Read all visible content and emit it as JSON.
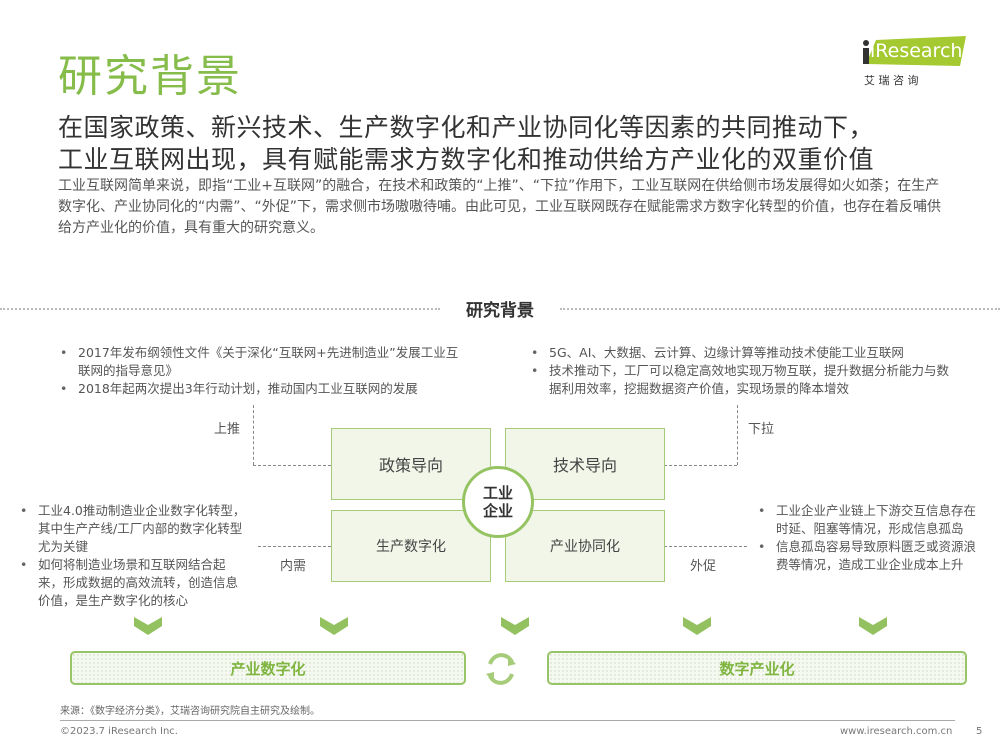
{
  "title": "研究背景",
  "logo": {
    "brand": "iResearch",
    "cn": "艾 瑞 咨 询"
  },
  "headline": [
    "在国家政策、新兴技术、生产数字化和产业协同化等因素的共同推动下，",
    "工业互联网出现，具有赋能需求方数字化和推动供给方产业化的双重价值"
  ],
  "paragraph": "工业互联网简单来说，即指“工业+互联网”的融合，在技术和政策的“上推”、“下拉”作用下，工业互联网在供给侧市场发展得如火如荼；在生产数字化、产业协同化的“内需”、“外促”下，需求侧市场嗷嗷待哺。由此可见，工业互联网既存在赋能需求方数字化转型的价值，也存在着反哺供给方产业化的价值，具有重大的研究意义。",
  "section_title": "研究背景",
  "policy_bullets": [
    "2017年发布纲领性文件《关于深化“互联网+先进制造业”发展工业互联网的指导意见》",
    "2018年起两次提出3年行动计划，推动国内工业互联网的发展"
  ],
  "tech_bullets": [
    "5G、AI、大数据、云计算、边缘计算等推动技术使能工业互联网",
    "技术推动下，工厂可以稳定高效地实现万物互联，提升数据分析能力与数据利用效率，挖掘数据资产价值，实现场景的降本增效"
  ],
  "production_bullets": [
    "工业4.0推动制造业企业数字化转型，其中生产产线/工厂内部的数字化转型尤为关键",
    "如何将制造业场景和互联网结合起来，形成数据的高效流转，创造信息价值，是生产数字化的核心"
  ],
  "industry_bullets": [
    "工业企业产业链上下游交互信息存在时延、阻塞等情况，形成信息孤岛",
    "信息孤岛容易导致原料匮乏或资源浪费等情况，造成工业企业成本上升"
  ],
  "labels": {
    "push_up": "上推",
    "pull_down": "下拉",
    "internal": "内需",
    "external": "外促"
  },
  "boxes": {
    "policy": "政策导向",
    "tech": "技术导向",
    "production": "生产数字化",
    "collab": "产业协同化"
  },
  "center": [
    "工业",
    "企业"
  ],
  "bars": {
    "left": "产业数字化",
    "right": "数字产业化"
  },
  "source": "来源：《数字经济分类》，艾瑞咨询研究院自主研究及绘制。",
  "footer": {
    "copyright": "©2023.7 iResearch Inc.",
    "url": "www.iresearch.com.cn",
    "page": "5"
  }
}
